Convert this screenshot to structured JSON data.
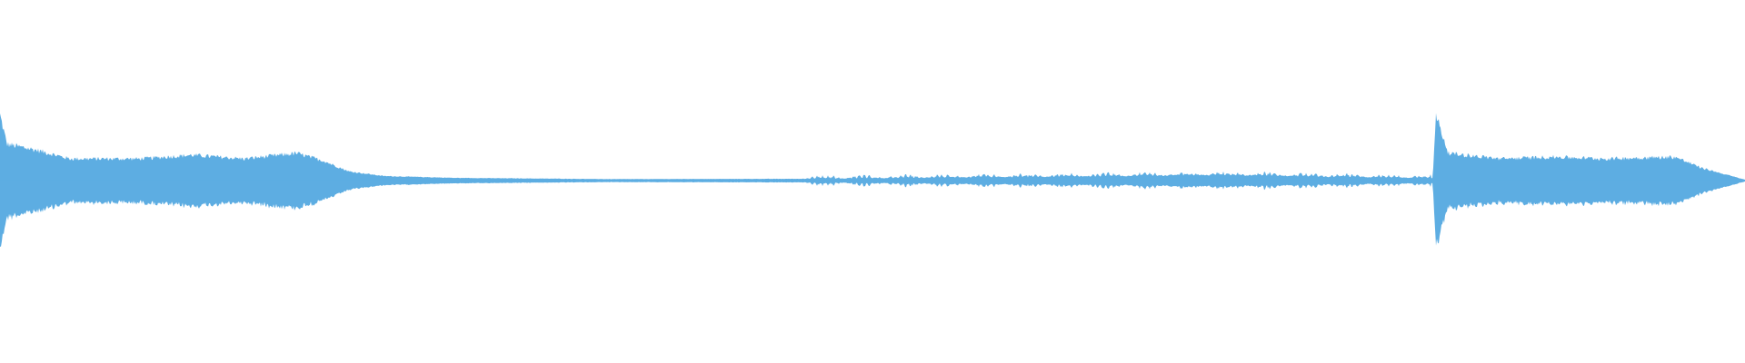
{
  "waveform": {
    "color": "#5dade2",
    "background": "#ffffff",
    "description_points": [
      {
        "t": 0.0,
        "amp": 0.36
      },
      {
        "t": 0.004,
        "amp": 0.2
      },
      {
        "t": 0.02,
        "amp": 0.17
      },
      {
        "t": 0.04,
        "amp": 0.12
      },
      {
        "t": 0.08,
        "amp": 0.12
      },
      {
        "t": 0.11,
        "amp": 0.14
      },
      {
        "t": 0.14,
        "amp": 0.12
      },
      {
        "t": 0.17,
        "amp": 0.15
      },
      {
        "t": 0.185,
        "amp": 0.11
      },
      {
        "t": 0.2,
        "amp": 0.05
      },
      {
        "t": 0.22,
        "amp": 0.025
      },
      {
        "t": 0.26,
        "amp": 0.015
      },
      {
        "t": 0.35,
        "amp": 0.008
      },
      {
        "t": 0.47,
        "amp": 0.01
      },
      {
        "t": 0.6,
        "amp": 0.02
      },
      {
        "t": 0.7,
        "amp": 0.03
      },
      {
        "t": 0.8,
        "amp": 0.015
      },
      {
        "t": 0.821,
        "amp": 0.015
      },
      {
        "t": 0.823,
        "amp": 0.36
      },
      {
        "t": 0.83,
        "amp": 0.15
      },
      {
        "t": 0.86,
        "amp": 0.12
      },
      {
        "t": 0.89,
        "amp": 0.13
      },
      {
        "t": 0.92,
        "amp": 0.12
      },
      {
        "t": 0.96,
        "amp": 0.13
      },
      {
        "t": 0.975,
        "amp": 0.07
      },
      {
        "t": 1.0,
        "amp": 0.005
      }
    ]
  }
}
